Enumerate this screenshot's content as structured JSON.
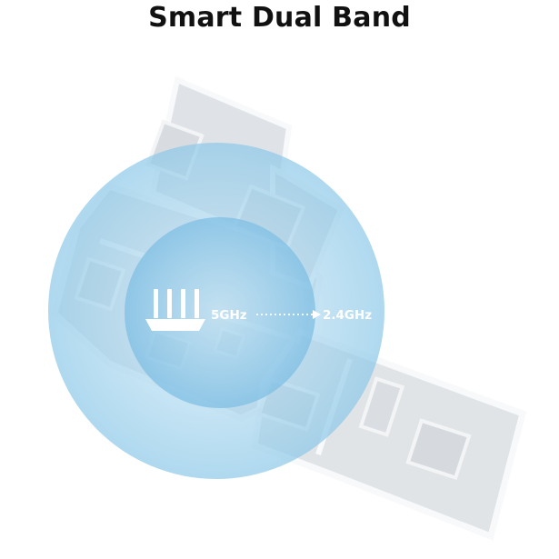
{
  "title": "Smart Dual Band",
  "bands": {
    "inner": "5GHz",
    "outer": "2.4GHz"
  },
  "colors": {
    "outer_circle": "#a9d6ee",
    "inner_circle": "#8fc9e8",
    "floor": "#e2e5e8",
    "walls": "#f6f7f8",
    "label": "#ffffff"
  },
  "icons": [
    "router-icon",
    "arrow-right-icon"
  ]
}
